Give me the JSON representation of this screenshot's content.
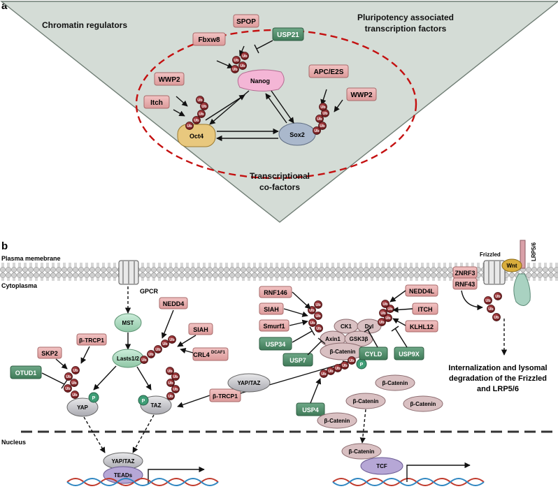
{
  "panel_a": {
    "label": "a",
    "chromatin": "Chromatin regulators",
    "pluri_line1": "Pluripotency associated",
    "pluri_line2": "transcription factors",
    "cof_line1": "Transcriptional",
    "cof_line2": "co-factors",
    "nanog": "Nanog",
    "oct4": "Oct4",
    "sox2": "Sox2",
    "spop": "SPOP",
    "fbxw8": "Fbxw8",
    "usp21": "USP21",
    "wwp2_left": "WWP2",
    "itch": "Itch",
    "apc": "APC/E2S",
    "wwp2_right": "WWP2",
    "ub": "Ub"
  },
  "panel_b": {
    "label": "b",
    "plasma": "Plasma memebrane",
    "cytoplasma": "Cytoplasma",
    "nucleus": "Nucleus",
    "gpcr": "GPCR",
    "mst": "MST",
    "lasts": "Lasts1/2",
    "nedd4": "NEDD4",
    "siah_l": "SIAH",
    "crl4": "CRL4",
    "crl4_sup": "DCAF1",
    "skp2": "SKP2",
    "btrcp1_a": "β-TRCP1",
    "otud1": "OTUD1",
    "yap": "YAP",
    "taz": "TAZ",
    "p": "P",
    "btrcp1_b": "β-TRCP1",
    "yaptaz_mid": "YAP/TAZ",
    "yaptaz_nuc": "YAP/TAZ",
    "teads": "TEADs",
    "rnf146": "RNF146",
    "siah_m": "SIAH",
    "smurf1": "Smurf1",
    "usp34": "USP34",
    "usp7": "USP7",
    "usp4": "USP4",
    "cyld": "CYLD",
    "usp9x": "USP9X",
    "nedd4l": "NEDD4L",
    "itch_b": "ITCH",
    "klhl12": "KLHL12",
    "ck1": "CK1",
    "dvl": "Dvl",
    "axin1": "Axin1",
    "gsk3b": "GSK3β",
    "bcat": "β-Catenin",
    "tcf": "TCF",
    "frizzled": "Frizzled",
    "wnt": "Wnt",
    "lrp": "LRP5/6",
    "znrf3": "ZNRF3",
    "rnf43": "RNF43",
    "intern_1": "Internalization and lysomal",
    "intern_2": "degradation of the Frizzled",
    "intern_3": "and LRP5/6",
    "ub": "Ub"
  }
}
